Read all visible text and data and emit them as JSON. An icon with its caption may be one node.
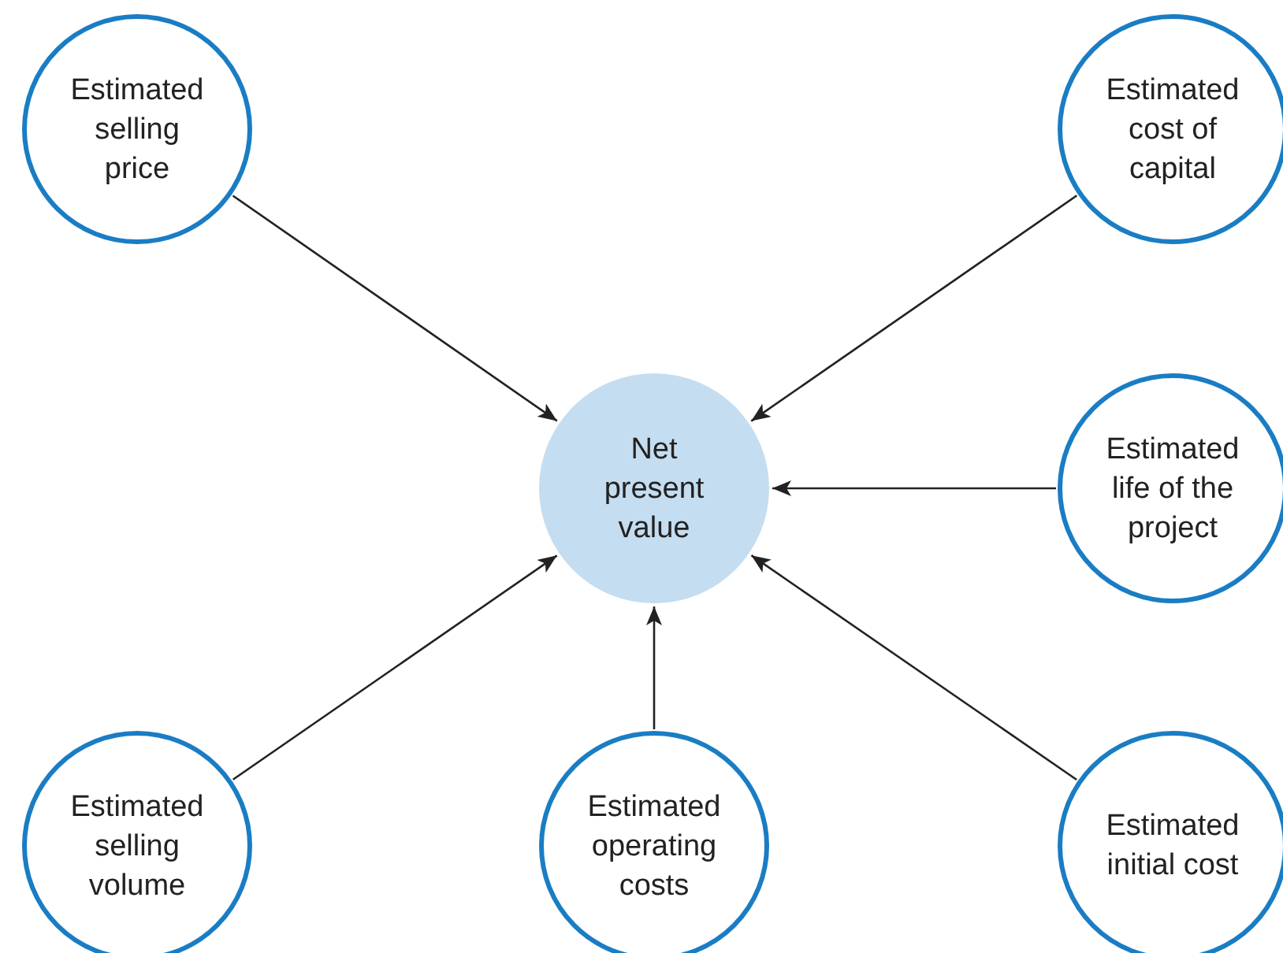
{
  "diagram": {
    "nodes": [
      {
        "text": [
          "Estimated selling price"
        ]
      },
      {
        "text": [
          "Estimated cost of capital"
        ]
      },
      {
        "text": [
          "Net present value"
        ]
      },
      {
        "text": [
          "Estimated life of the project"
        ]
      },
      {
        "text": [
          "Estimated selling volume"
        ]
      },
      {
        "text": [
          "Estimated operating costs"
        ]
      },
      {
        "text": [
          "Estimated initial cost"
        ]
      }
    ],
    "edges": [
      {
        "from": 0,
        "to": 2,
        "arrow": "to"
      },
      {
        "from": 1,
        "to": 2,
        "arrow": "to"
      },
      {
        "from": 3,
        "to": 2,
        "arrow": "to"
      },
      {
        "from": 4,
        "to": 2,
        "arrow": "to"
      },
      {
        "from": 5,
        "to": 2,
        "arrow": "to"
      },
      {
        "from": 6,
        "to": 2,
        "arrow": "to"
      }
    ]
  }
}
